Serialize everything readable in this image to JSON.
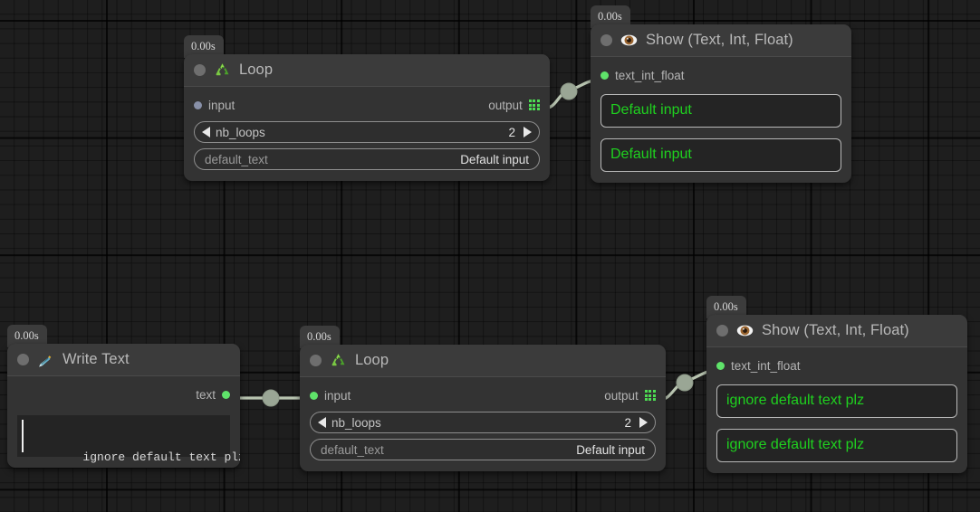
{
  "canvas": {
    "grid": true,
    "bg_color": "#1e1e1e",
    "grid_color": "#151515"
  },
  "theme": {
    "node_body": "#333333",
    "node_header": "#3b3b3b",
    "accent_green": "#1fd11f",
    "port_green": "#5fe36a",
    "port_blue": "#8890a8",
    "wire_color": "#b8c4b0"
  },
  "nodes": [
    {
      "id": "loop-top",
      "time_badge": "0.00s",
      "icon": "recycle-icon",
      "title": "Loop",
      "input_label": "input",
      "input_connected": false,
      "output_label": "output",
      "output_icon": "grid-3x3-icon",
      "params": [
        {
          "name": "nb_loops",
          "value": "2",
          "type": "stepper",
          "left_arrow": "◀",
          "right_arrow": "▶"
        },
        {
          "name": "default_text",
          "value": "Default input",
          "type": "text"
        }
      ]
    },
    {
      "id": "show-top",
      "time_badge": "0.00s",
      "icon": "eye-icon",
      "title": "Show (Text, Int, Float)",
      "input_label": "text_int_float",
      "input_connected": true,
      "values": [
        "Default input",
        "Default input"
      ]
    },
    {
      "id": "write-text",
      "time_badge": "0.00s",
      "icon": "pen-nib-icon",
      "title": "Write Text",
      "output_label": "text",
      "output_connected": true,
      "text_value": "ignore default text plz"
    },
    {
      "id": "loop-bottom",
      "time_badge": "0.00s",
      "icon": "recycle-icon",
      "title": "Loop",
      "input_label": "input",
      "input_connected": true,
      "output_label": "output",
      "output_icon": "grid-3x3-icon",
      "params": [
        {
          "name": "nb_loops",
          "value": "2",
          "type": "stepper",
          "left_arrow": "◀",
          "right_arrow": "▶"
        },
        {
          "name": "default_text",
          "value": "Default input",
          "type": "text"
        }
      ]
    },
    {
      "id": "show-bottom",
      "time_badge": "0.00s",
      "icon": "eye-icon",
      "title": "Show (Text, Int, Float)",
      "input_label": "text_int_float",
      "input_connected": true,
      "values": [
        "ignore default text plz",
        "ignore default text plz"
      ]
    }
  ]
}
